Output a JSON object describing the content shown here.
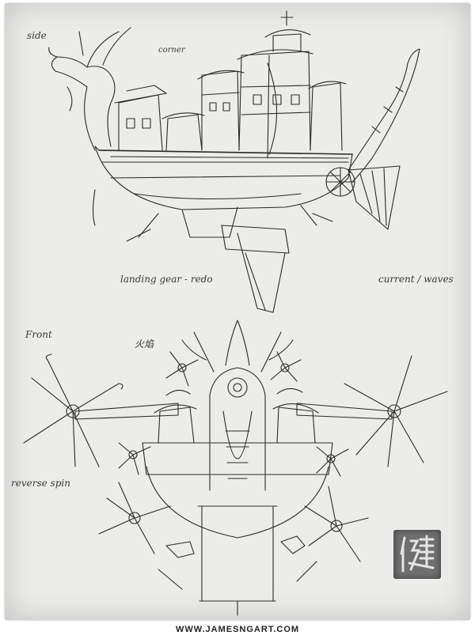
{
  "annotations": {
    "side": "side",
    "corner": "corner",
    "landing": "landing gear - redo",
    "current": "current / waves",
    "front": "Front",
    "fire": "火焰",
    "reverse": "reverse spin"
  },
  "seal": {
    "glyph": "健"
  },
  "footer": {
    "url": "WWW.JAMESNGART.COM"
  },
  "colors": {
    "paper": "#ececea",
    "ink": "#2b2b2b",
    "seal": "#6f6f6f"
  }
}
